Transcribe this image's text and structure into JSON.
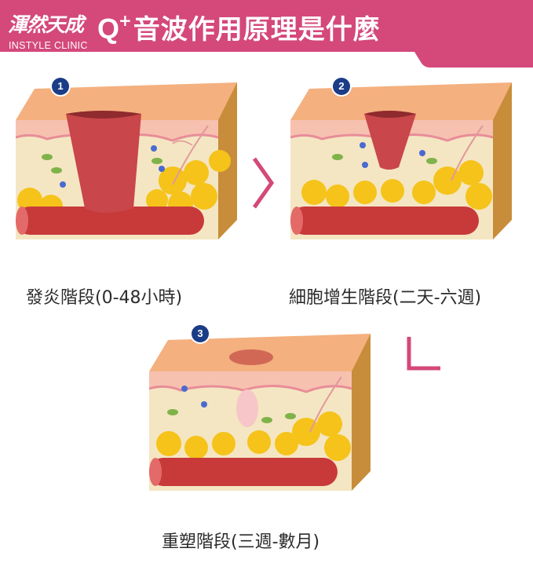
{
  "header": {
    "logo_chinese": "渾然天成",
    "logo_english": "INSTYLE CLINIC",
    "title_prefix": "Q",
    "title_plus": "+",
    "title_text": "音波作用原理是什麼"
  },
  "stages": [
    {
      "number": "1",
      "label": "發炎階段(0-48小時)"
    },
    {
      "number": "2",
      "label": "細胞增生階段(二天-六週)"
    },
    {
      "number": "3",
      "label": "重塑階段(三週-數月)"
    }
  ],
  "colors": {
    "brand_pink": "#d4487a",
    "badge_blue": "#1b3c86",
    "skin_top": "#f4b07e",
    "fat_yellow": "#f5c31a",
    "vessel_red": "#c83a3a"
  }
}
